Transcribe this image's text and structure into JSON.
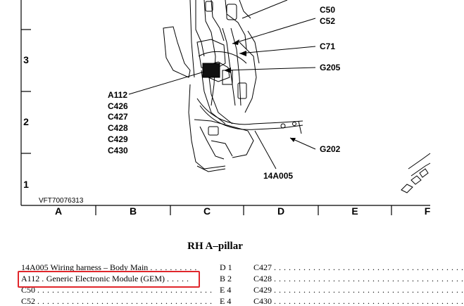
{
  "diagram": {
    "row_labels": [
      "3",
      "2",
      "1"
    ],
    "column_labels": [
      "A",
      "B",
      "C",
      "D",
      "E",
      "F"
    ],
    "figure_id": "VFT70076313",
    "callouts": {
      "c50": "C50",
      "c52": "C52",
      "c71": "C71",
      "g205": "G205",
      "g202": "G202",
      "harness": "14A005",
      "a112": "A112",
      "c426": "C426",
      "c427": "C427",
      "c428": "C428",
      "c429": "C429",
      "c430": "C430"
    }
  },
  "section_title": "RH A–pillar",
  "index_left": [
    {
      "code": "14A005",
      "desc": "Wiring harness – Body Main",
      "loc": "D 1"
    },
    {
      "code": "A112",
      "desc": "Generic Electronic Module (GEM)",
      "loc": "B 2"
    },
    {
      "code": "C50",
      "desc": "",
      "loc": "E 4"
    },
    {
      "code": "C52",
      "desc": "",
      "loc": "E 4"
    }
  ],
  "index_right": [
    {
      "code": "C427"
    },
    {
      "code": "C428"
    },
    {
      "code": "C429"
    },
    {
      "code": "C430"
    }
  ],
  "colors": {
    "highlight": "#e0262b"
  }
}
